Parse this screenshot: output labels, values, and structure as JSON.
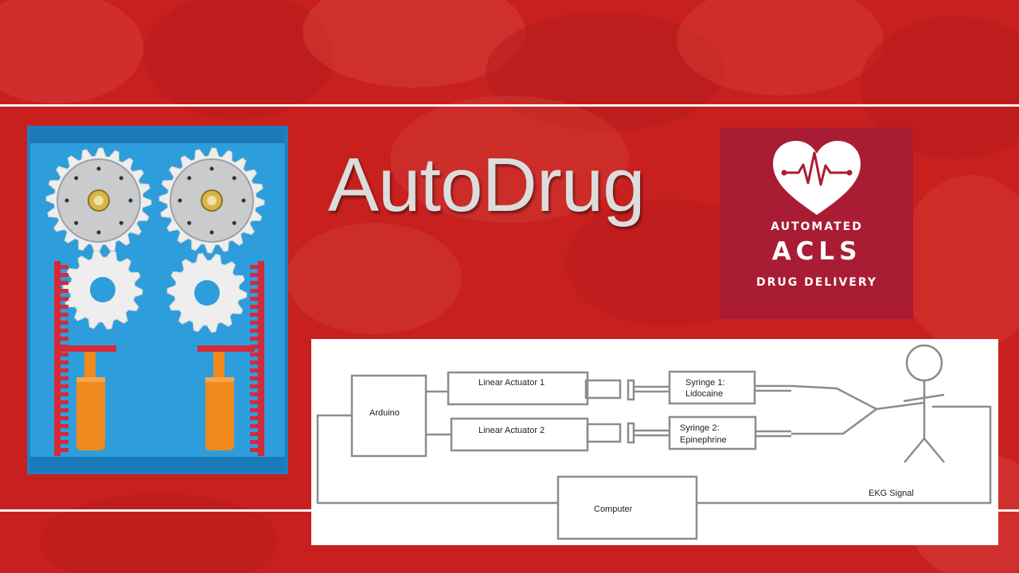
{
  "title": "AutoDrug",
  "logo": {
    "line1": "AUTOMATED",
    "line2": "ACLS",
    "line3": "DRUG DELIVERY"
  },
  "diagram": {
    "arduino": "Arduino",
    "actuator1": "Linear Actuator 1",
    "actuator2": "Linear Actuator 2",
    "syringe1_line1": "Syringe 1:",
    "syringe1_line2": "Lidocaine",
    "syringe2_line1": "Syringe 2:",
    "syringe2_line2": "Epinephrine",
    "computer": "Computer",
    "ekg": "EKG Signal"
  },
  "colors": {
    "background_red": "#c8201f",
    "logo_maroon": "#a91c33",
    "mechanism_blue": "#2e9ddb",
    "diagram_line": "#8c8c8c"
  }
}
